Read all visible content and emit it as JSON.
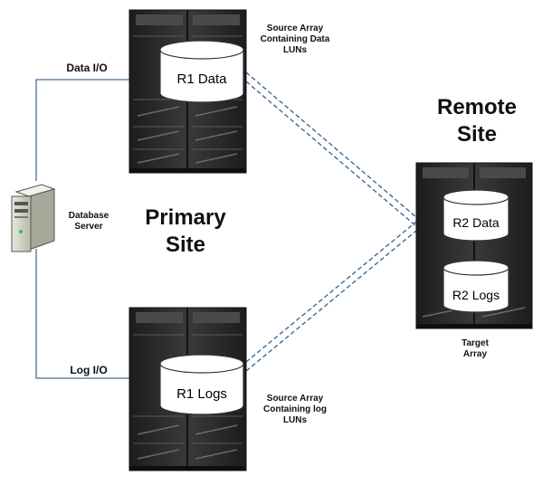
{
  "site_labels": {
    "primary_line1": "Primary",
    "primary_line2": "Site",
    "remote_line1": "Remote",
    "remote_line2": "Site"
  },
  "io_labels": {
    "data_io": "Data I/O",
    "log_io": "Log I/O"
  },
  "server": {
    "line1": "Database",
    "line2": "Server"
  },
  "arrays": {
    "source_data": {
      "line1": "Source Array",
      "line2": "Containing Data",
      "line3": "LUNs"
    },
    "source_log": {
      "line1": "Source Array",
      "line2": "Containing log",
      "line3": "LUNs"
    },
    "target": {
      "line1": "Target",
      "line2": "Array"
    }
  },
  "volumes": {
    "r1_data": "R1 Data",
    "r1_logs": "R1 Logs",
    "r2_data": "R2 Data",
    "r2_logs": "R2 Logs"
  },
  "colors": {
    "rack_body": "#2b2b2b",
    "rack_panel": "#3c3c3c",
    "cylinder_fill": "#ffffff",
    "replication_link": "#3a6a9c",
    "io_line": "#4a6f96"
  },
  "link_style": "dashed-double"
}
